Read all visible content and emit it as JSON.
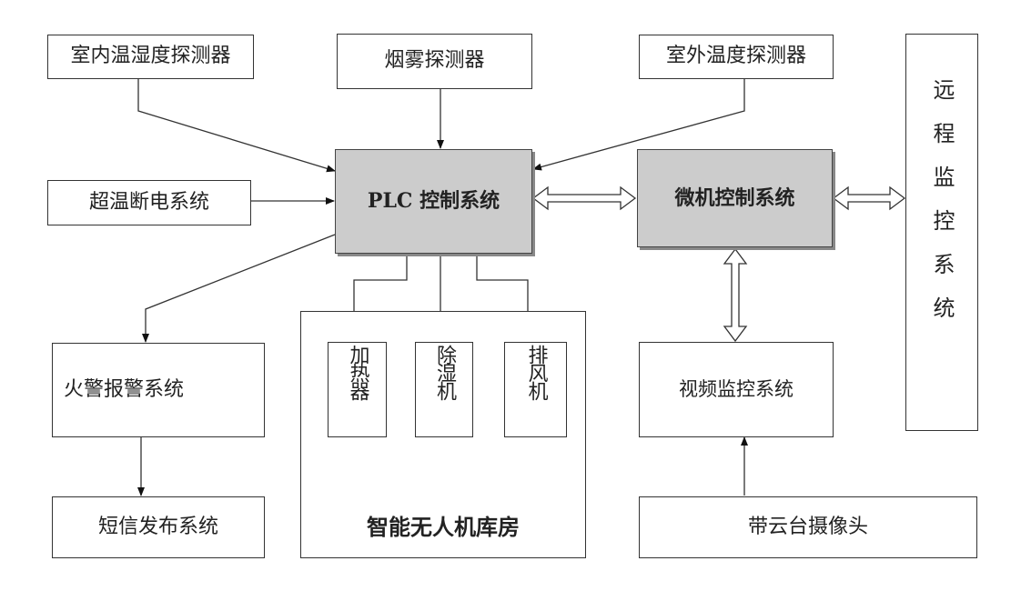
{
  "nodes": {
    "indoor_sensor": "室内温湿度探测器",
    "smoke_sensor": "烟雾探测器",
    "outdoor_sensor": "室外温度探测器",
    "remote_monitor": "远程监控系统",
    "overtemp_cutoff": "超温断电系统",
    "plc": "PLC 控制系统",
    "micro": "微机控制系统",
    "fire_alarm": "火警报警系统",
    "sms": "短信发布系统",
    "warehouse": "智能无人机库房",
    "heater": "加热器",
    "dehumidifier": "除湿机",
    "exhaust_fan": "排风机",
    "video": "视频监控系统",
    "ptz_camera": "带云台摄像头"
  },
  "colors": {
    "control_fill": "#cccccc",
    "line": "#333333"
  }
}
